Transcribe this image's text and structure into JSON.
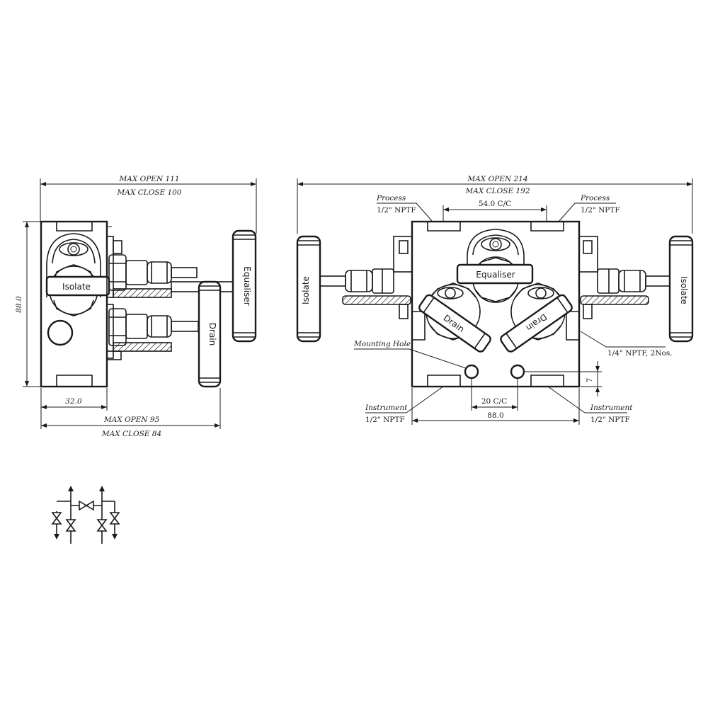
{
  "side_view": {
    "max_open_top": "MAX OPEN 111",
    "max_close_top": "MAX CLOSE 100",
    "height_dim": "88.0",
    "width_dim": "32.0",
    "max_open_bottom": "MAX OPEN 95",
    "max_close_bottom": "MAX CLOSE 84",
    "isolate_label": "Isolate",
    "drain_label": "Drain",
    "equaliser_label": "Equaliser"
  },
  "front_view": {
    "max_open": "MAX OPEN 214",
    "max_close": "MAX CLOSE 192",
    "process_left": "Process",
    "process_left_thread": "1/2\" NPTF",
    "process_right": "Process",
    "process_right_thread": "1/2\" NPTF",
    "center_distance": "54.0 C/C",
    "equaliser_label": "Equaliser",
    "isolate_left_label": "Isolate",
    "isolate_right_label": "Isolate",
    "drain_left_label": "Drain",
    "drain_right_label": "Drain",
    "mounting_hole": "Mounting Hole",
    "nptf_quarter": "1/4\" NPTF, 2Nos.",
    "small_dim": "7",
    "hole_spacing": "20 C/C",
    "instrument_left": "Instrument",
    "instrument_left_thread": "1/2\" NPTF",
    "instrument_right": "Instrument",
    "instrument_right_thread": "1/2\" NPTF",
    "body_width": "88.0"
  },
  "symbol": {
    "name": "5-valve-manifold-symbol"
  }
}
